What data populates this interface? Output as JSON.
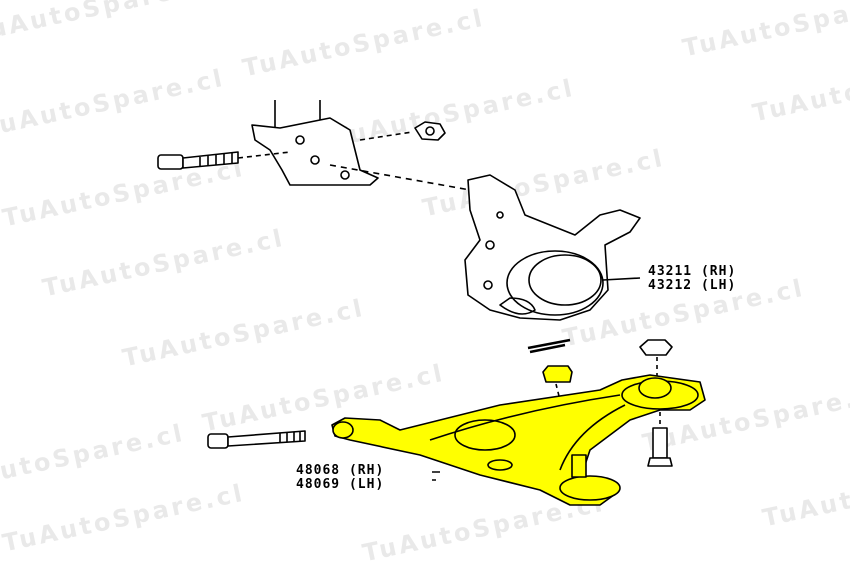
{
  "watermark": "TuAutoSpare.cl",
  "colors": {
    "highlight": "#ffff00",
    "line": "#000000"
  },
  "parts": [
    {
      "rh": "43211 (RH)",
      "lh": "43212 (LH)",
      "name": "steering-knuckle"
    },
    {
      "rh": "48068 (RH)",
      "lh": "48069 (LH)",
      "name": "lower-control-arm"
    }
  ]
}
